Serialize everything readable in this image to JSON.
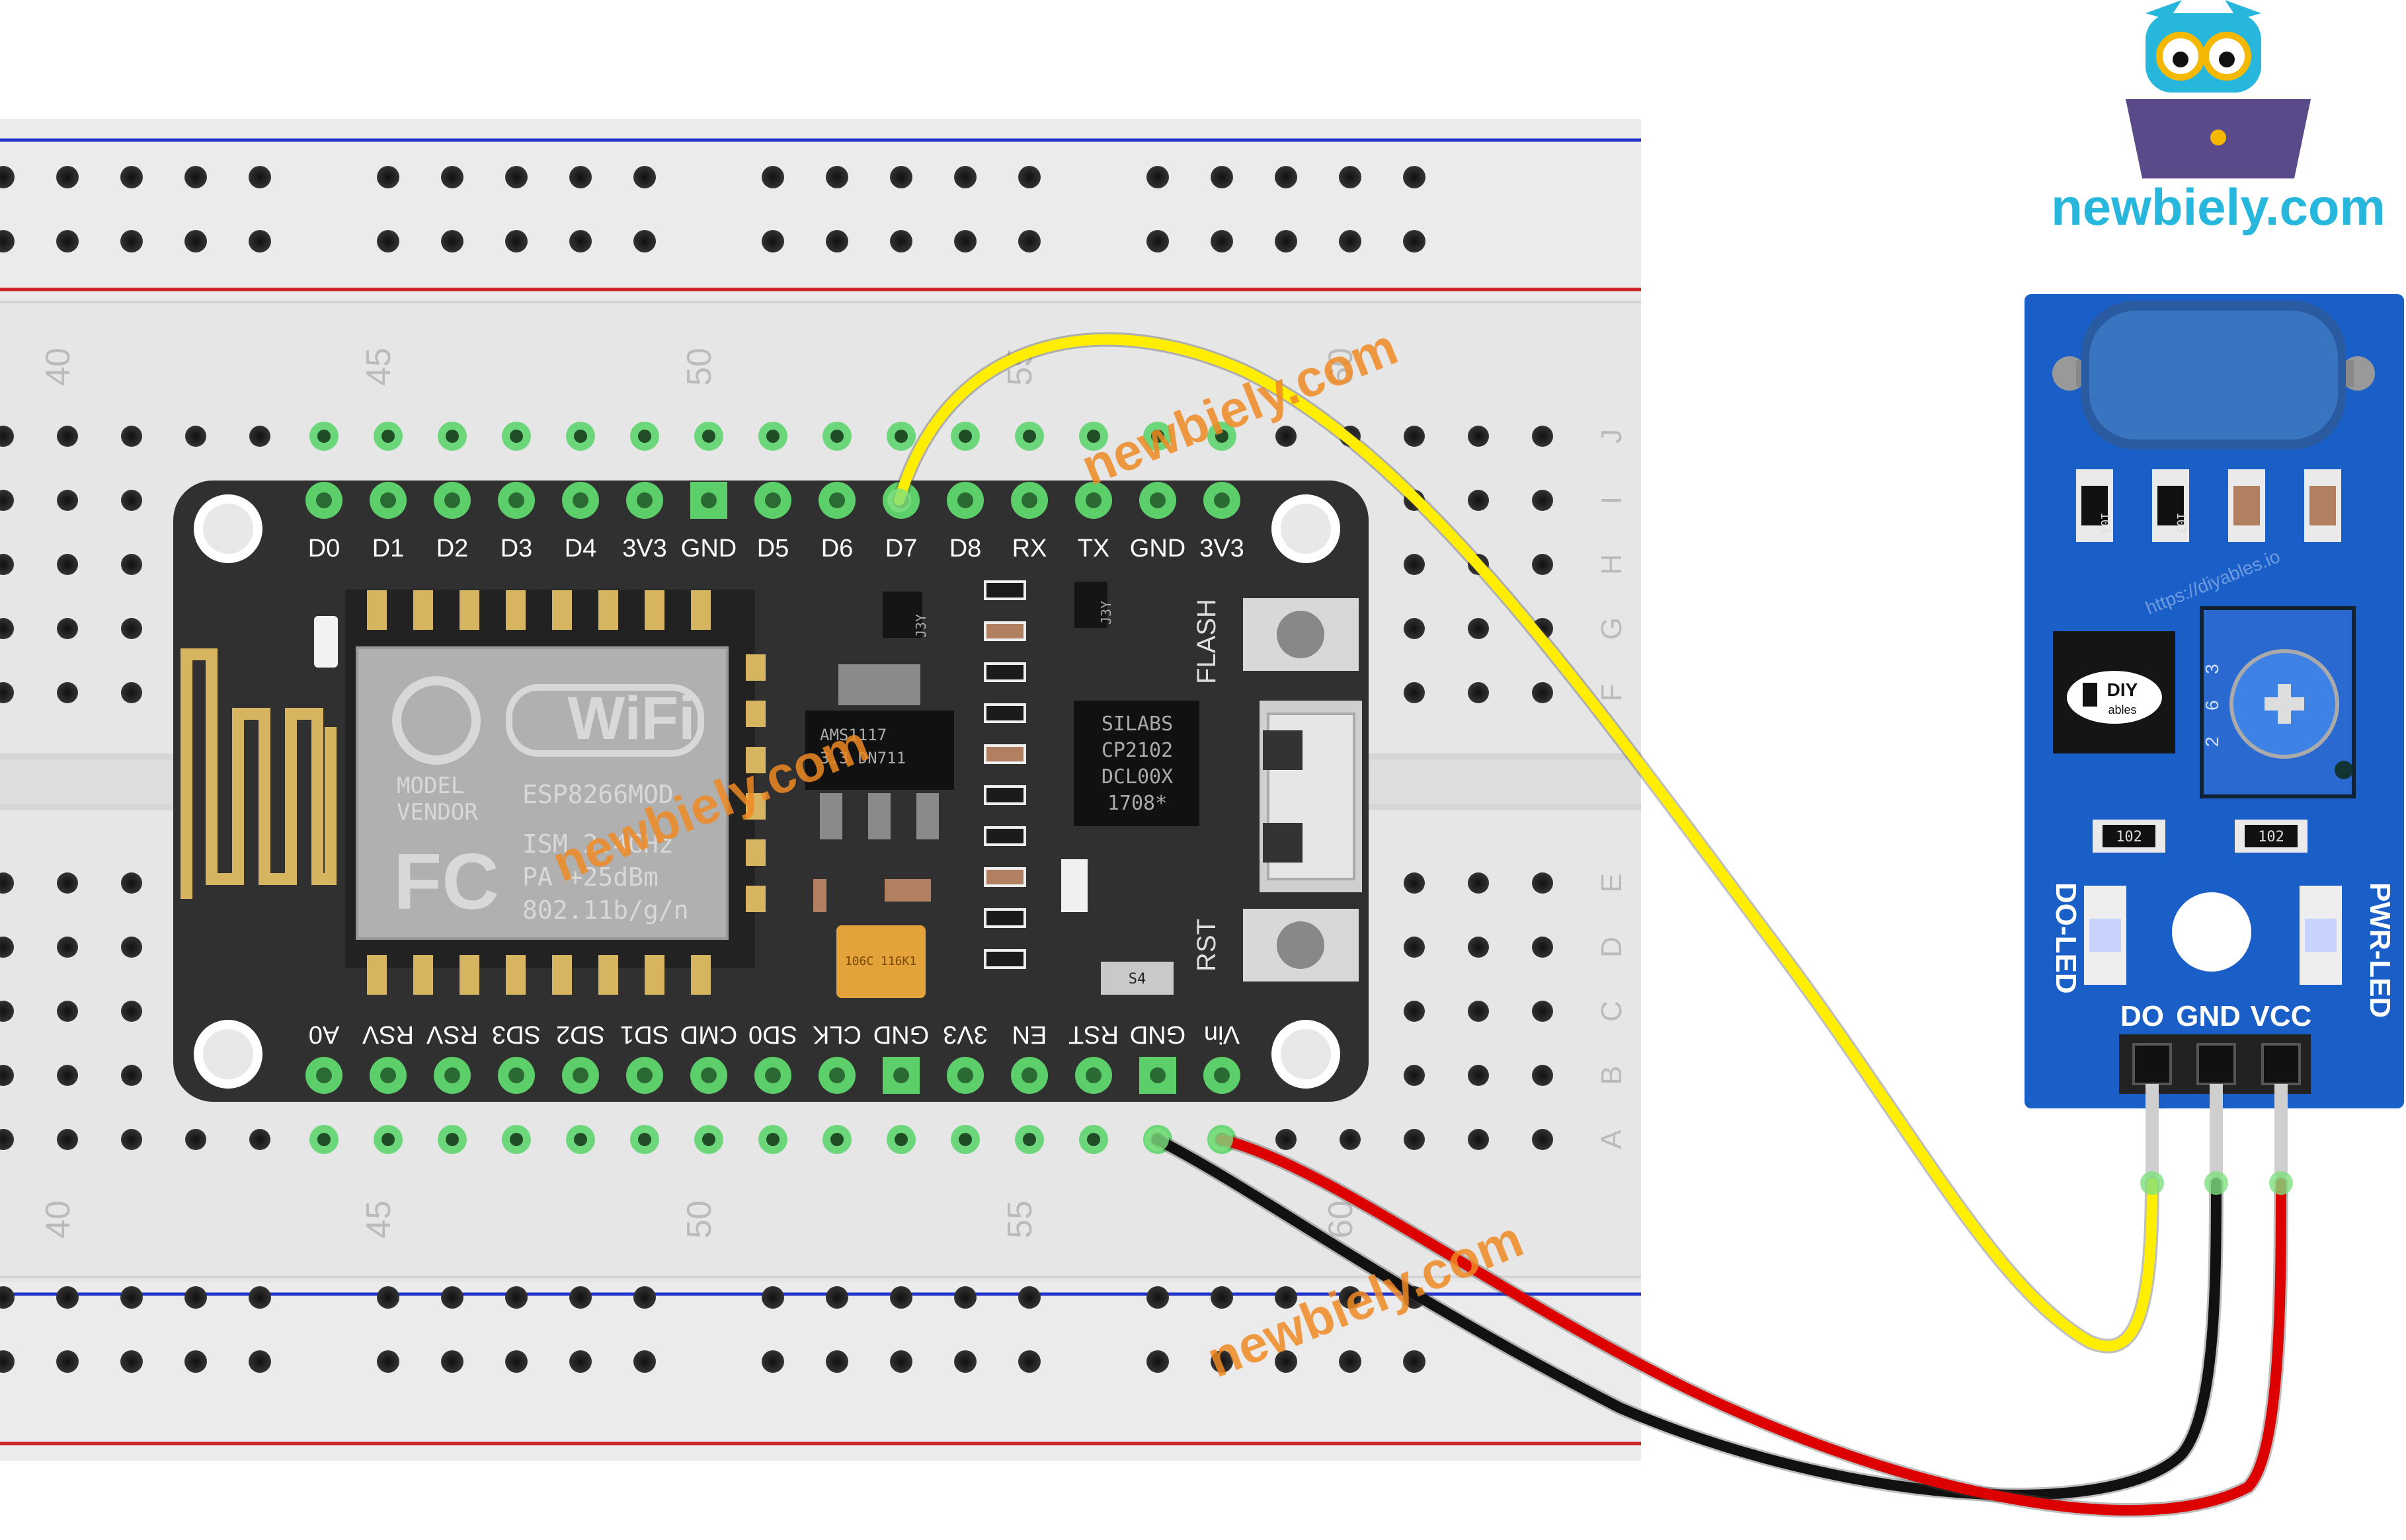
{
  "brand": {
    "site": "newbiely.com",
    "watermark": "newbiely.com",
    "colors": {
      "teal": "#27b7dc",
      "orange": "#f08a24",
      "purple": "#5a4a8a"
    }
  },
  "breadboard": {
    "col_numbers": [
      "40",
      "45",
      "50",
      "55",
      "60"
    ],
    "row_letters_top": [
      "J",
      "I",
      "H",
      "G",
      "F"
    ],
    "row_letters_bottom": [
      "E",
      "D",
      "C",
      "B",
      "A"
    ]
  },
  "board": {
    "top_pins": [
      "D0",
      "D1",
      "D2",
      "D3",
      "D4",
      "3V3",
      "GND",
      "D5",
      "D6",
      "D7",
      "D8",
      "RX",
      "TX",
      "GND",
      "3V3"
    ],
    "bottom_pins": [
      "A0",
      "RSV",
      "RSV",
      "SD3",
      "SD2",
      "SD1",
      "CMD",
      "SD0",
      "CLK",
      "GND",
      "3V3",
      "EN",
      "RST",
      "GND",
      "Vin"
    ],
    "module": {
      "wifi": "WiFi",
      "model": "MODEL",
      "vendor": "VENDOR",
      "chip": "ESP8266MOD",
      "fc": "FC",
      "ism": "ISM 2.4GHz",
      "pa": "PA +25dBm",
      "std": "802.11b/g/n"
    },
    "usb_chip": [
      "SILABS",
      "CP2102",
      "DCL00X",
      "1708*"
    ],
    "regulator": [
      "AMS1117",
      "3.3  DN711"
    ],
    "small_labels": [
      "J3Y",
      "J3Y",
      "S4",
      "106C 116K1"
    ],
    "flash_label": "FLASH",
    "rst_label": "RST"
  },
  "sensor": {
    "pins": [
      "DO",
      "GND",
      "VCC"
    ],
    "do_led": "DO-LED",
    "pwr_led": "PWR-LED",
    "resistors": [
      "103",
      "103",
      "102",
      "102"
    ],
    "trimpot": [
      "3",
      "6",
      "2"
    ],
    "logo_top": "DIY",
    "logo_bottom": "ables",
    "url": "https://diyables.io"
  },
  "wires": [
    {
      "from": "D7",
      "to": "DO",
      "color": "#ffee00"
    },
    {
      "from": "GND",
      "to": "GND",
      "color": "#111111"
    },
    {
      "from": "Vin",
      "to": "VCC",
      "color": "#dd0000"
    }
  ]
}
